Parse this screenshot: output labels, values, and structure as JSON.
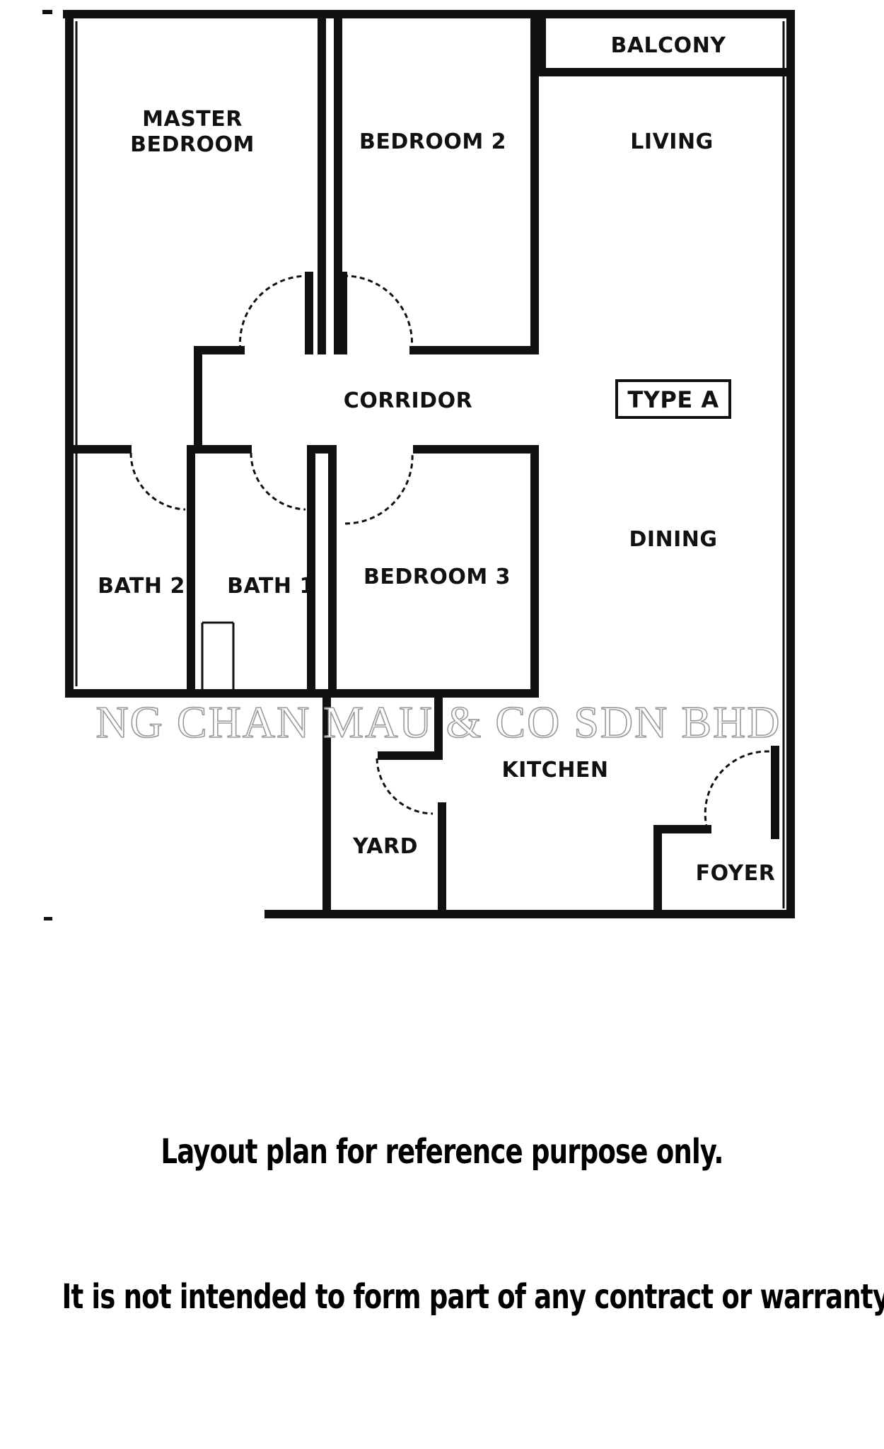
{
  "rooms": {
    "balcony": "BALCONY",
    "master_line1": "MASTER",
    "master_line2": "BEDROOM",
    "bedroom2": "BEDROOM 2",
    "living": "LIVING",
    "corridor": "CORRIDOR",
    "type": "TYPE A",
    "dining": "DINING",
    "bath2": "BATH 2",
    "bath1": "BATH 1",
    "bedroom3": "BEDROOM 3",
    "kitchen": "KITCHEN",
    "yard": "YARD",
    "foyer": "FOYER"
  },
  "watermark": "NG CHAN MAU & CO SDN BHD",
  "disclaimer": {
    "line1": "Layout plan for reference purpose only.",
    "line2": "It is not intended to form part of any contract or warranty."
  }
}
